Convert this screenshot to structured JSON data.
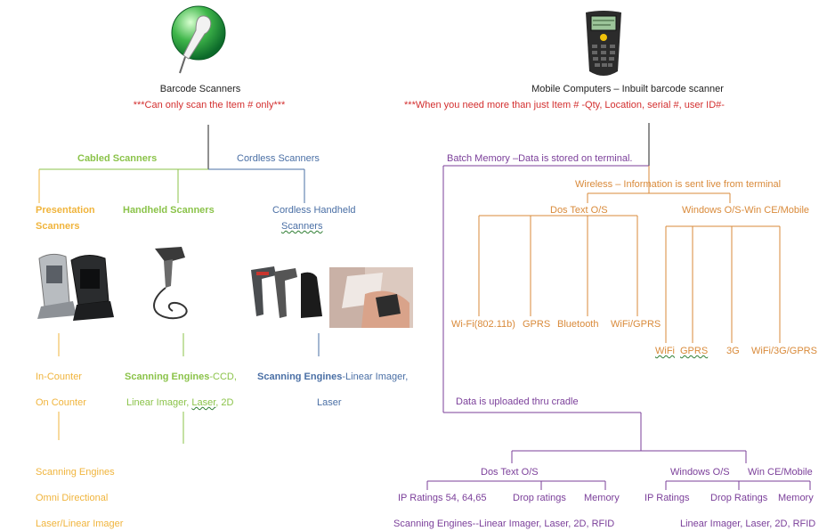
{
  "colors": {
    "black": "#222222",
    "red": "#d32f2f",
    "green": "#8bc34a",
    "blue": "#4a6fa5",
    "yellow": "#f0b43c",
    "orange": "#d98a3a",
    "purple": "#7b3f9a"
  },
  "icons": [
    "barcode-scanner-icon",
    "mobile-computer-icon",
    "presentation-scanner-icon",
    "handheld-scanner-icon",
    "cordless-scanner-icon",
    "hand-scanning-photo-icon"
  ],
  "left": {
    "title": "Barcode Scanners",
    "note": "***Can only scan the Item # only***",
    "cabled": "Cabled Scanners",
    "cordless": "Cordless Scanners",
    "presentation_1": "Presentation",
    "presentation_2": "Scanners",
    "handheld": "Handheld Scanners",
    "cordless_handheld_1": "Cordless Handheld",
    "cordless_handheld_2": "Scanners",
    "in_counter": "In-Counter",
    "on_counter": "On Counter",
    "handheld_engines_label": "Scanning Engines",
    "handheld_engines_rest": "-CCD,",
    "handheld_engines_2a": "Linear Imager, ",
    "handheld_engines_2b": "Laser",
    "handheld_engines_2c": ", 2D",
    "cordless_engines_label": "Scanning Engines",
    "cordless_engines_rest": "-Linear Imager,",
    "cordless_engines_2": "Laser",
    "presentation_engines_1": "Scanning Engines",
    "presentation_engines_2": "Omni Directional",
    "presentation_engines_3": "Laser/Linear Imager"
  },
  "right": {
    "title": "Mobile Computers – Inbuilt barcode scanner",
    "note": "***When you need more than just Item # -Qty, Location, serial #, user ID#-",
    "batch": "Batch Memory –Data is stored  on terminal.",
    "wireless": "Wireless – Information is sent live from terminal",
    "dos": "Dos Text O/S",
    "windows": "Windows O/S-Win CE/Mobile",
    "dos_items": [
      "Wi-Fi(802.11b)",
      "GPRS",
      "Bluetooth",
      "WiFi/GPRS"
    ],
    "win_items": [
      "WiFi",
      "GPRS",
      "3G",
      "WiFi/3G/GPRS"
    ],
    "win_item_4_rest": "/3G/GPRS",
    "cradle": "Data is uploaded thru cradle",
    "cradle_dos": "Dos Text O/S",
    "cradle_windows": "Windows O/S",
    "cradle_wince": "Win CE/Mobile",
    "cradle_dos_items": [
      "IP Ratings 54, 64,65",
      "Drop ratings",
      "Memory"
    ],
    "cradle_win_items": [
      "IP Ratings",
      "Drop Ratings",
      "Memory"
    ],
    "cradle_dos_engines": "Scanning Engines--Linear Imager, Laser, 2D, RFID",
    "cradle_win_engines": "Linear Imager, Laser, 2D, RFID"
  }
}
